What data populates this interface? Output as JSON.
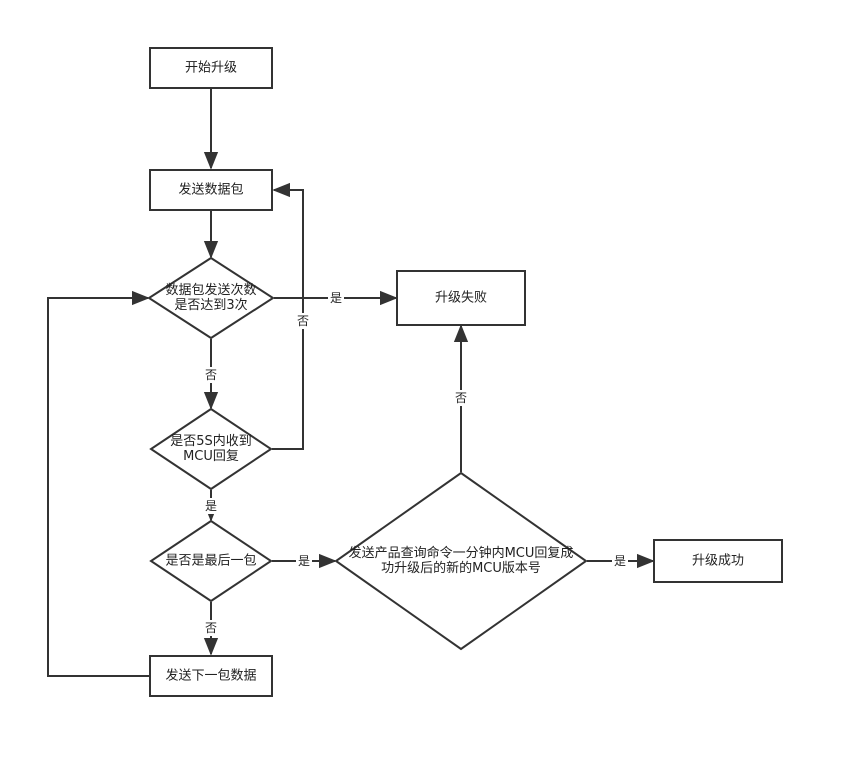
{
  "diagram": {
    "stroke_color": "#333333",
    "fill_color": "#ffffff",
    "text_color": "#222222",
    "nodes": {
      "start": {
        "shape": "rect",
        "lines": [
          "开始升级"
        ]
      },
      "send_packet": {
        "shape": "rect",
        "lines": [
          "发送数据包"
        ]
      },
      "check_retries": {
        "shape": "diamond",
        "lines": [
          "数据包发送次数",
          "是否达到3次"
        ]
      },
      "upgrade_fail": {
        "shape": "rect",
        "lines": [
          "升级失败"
        ]
      },
      "check_reply": {
        "shape": "diamond",
        "lines": [
          "是否5S内收到",
          "MCU回复"
        ]
      },
      "check_last": {
        "shape": "diamond",
        "lines": [
          "是否是最后一包"
        ]
      },
      "query_version": {
        "shape": "diamond",
        "lines": [
          "发送产品查询命令一分钟内MCU回复成",
          "功升级后的新的MCU版本号"
        ]
      },
      "upgrade_success": {
        "shape": "rect",
        "lines": [
          "升级成功"
        ]
      },
      "send_next": {
        "shape": "rect",
        "lines": [
          "发送下一包数据"
        ]
      }
    },
    "edges": [
      {
        "from": "start",
        "to": "send_packet",
        "label": ""
      },
      {
        "from": "send_packet",
        "to": "check_retries",
        "label": ""
      },
      {
        "from": "check_retries",
        "to": "upgrade_fail",
        "label": "是"
      },
      {
        "from": "check_retries",
        "to": "check_reply",
        "label": "否"
      },
      {
        "from": "check_reply",
        "to": "send_packet",
        "label": "否"
      },
      {
        "from": "check_reply",
        "to": "check_last",
        "label": "是"
      },
      {
        "from": "check_last",
        "to": "query_version",
        "label": "是"
      },
      {
        "from": "check_last",
        "to": "send_next",
        "label": "否"
      },
      {
        "from": "query_version",
        "to": "upgrade_success",
        "label": "是"
      },
      {
        "from": "query_version",
        "to": "upgrade_fail",
        "label": "否"
      },
      {
        "from": "send_next",
        "to": "check_retries",
        "label": ""
      }
    ]
  }
}
